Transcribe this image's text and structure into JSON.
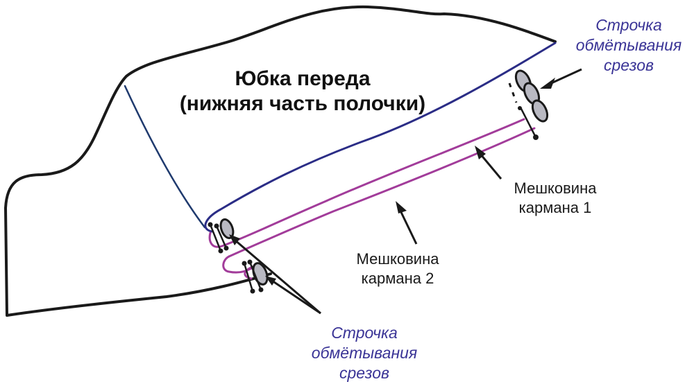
{
  "title": {
    "line1": "Юбка  переда",
    "line2": "(нижняя часть полочки)"
  },
  "labels": {
    "pocket_bag_1": {
      "line1": "Мешковина",
      "line2": "кармана 1"
    },
    "pocket_bag_2": {
      "line1": "Мешковина",
      "line2": "кармана 2"
    }
  },
  "callouts": {
    "top_right": {
      "line1": "Строчка",
      "line2": "обмётывания",
      "line3": "срезов"
    },
    "bottom": {
      "line1": "Строчка",
      "line2": "обмётывания",
      "line3": "срезов"
    }
  },
  "colors": {
    "outline": "#1a1a1a",
    "seam_blue": "#2b2d86",
    "seam_dark_blue": "#1f3a6e",
    "pocket_magenta": "#a23c9a",
    "callout_text": "#3a3496",
    "overlock_fill": "#b9b9c2"
  }
}
